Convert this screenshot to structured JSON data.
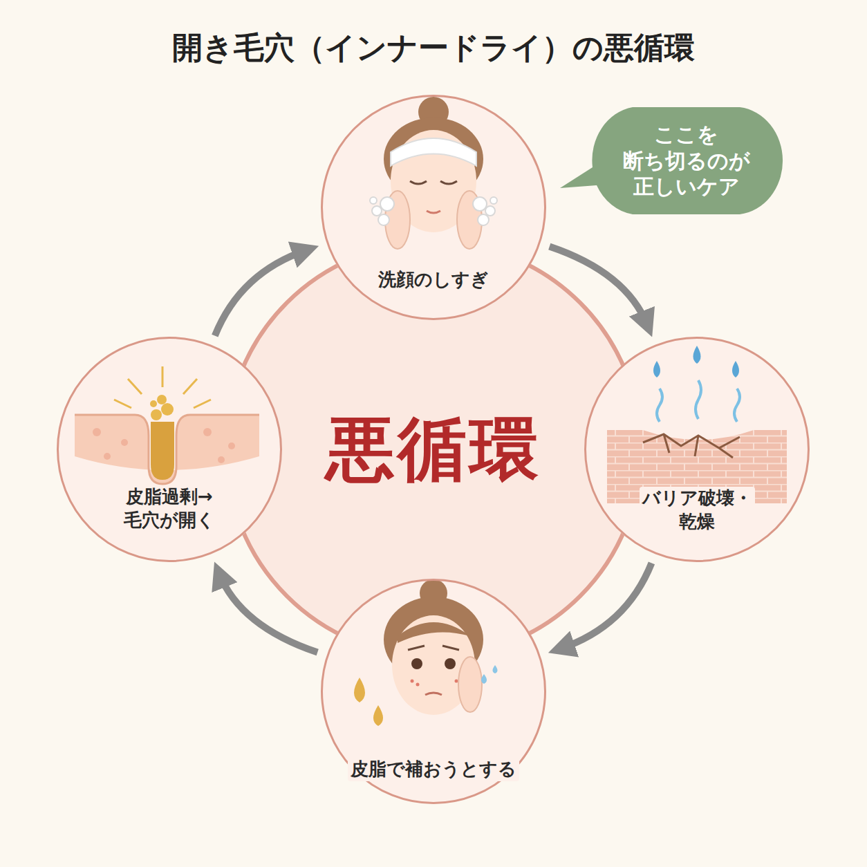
{
  "diagram": {
    "title": "開き毛穴（インナードライ）の悪循環",
    "nodes": [
      {
        "text": [
          "洗顔のしすぎ"
        ]
      },
      {
        "text": [
          "ここを 断ち切るのが 正しいケア"
        ]
      },
      {
        "text": [
          "バリア破壊・乾燥"
        ]
      },
      {
        "text": [
          "悪循環"
        ]
      },
      {
        "text": [
          "皮脂過剰→ 毛穴が開く"
        ]
      },
      {
        "text": [
          "皮脂で補おうとする"
        ]
      }
    ],
    "edges": [
      {
        "from": 0,
        "to": 2,
        "arrow": "to"
      },
      {
        "from": 2,
        "to": 5,
        "arrow": "to"
      },
      {
        "from": 5,
        "to": 4,
        "arrow": "to"
      },
      {
        "from": 4,
        "to": 0,
        "arrow": "to"
      }
    ]
  }
}
